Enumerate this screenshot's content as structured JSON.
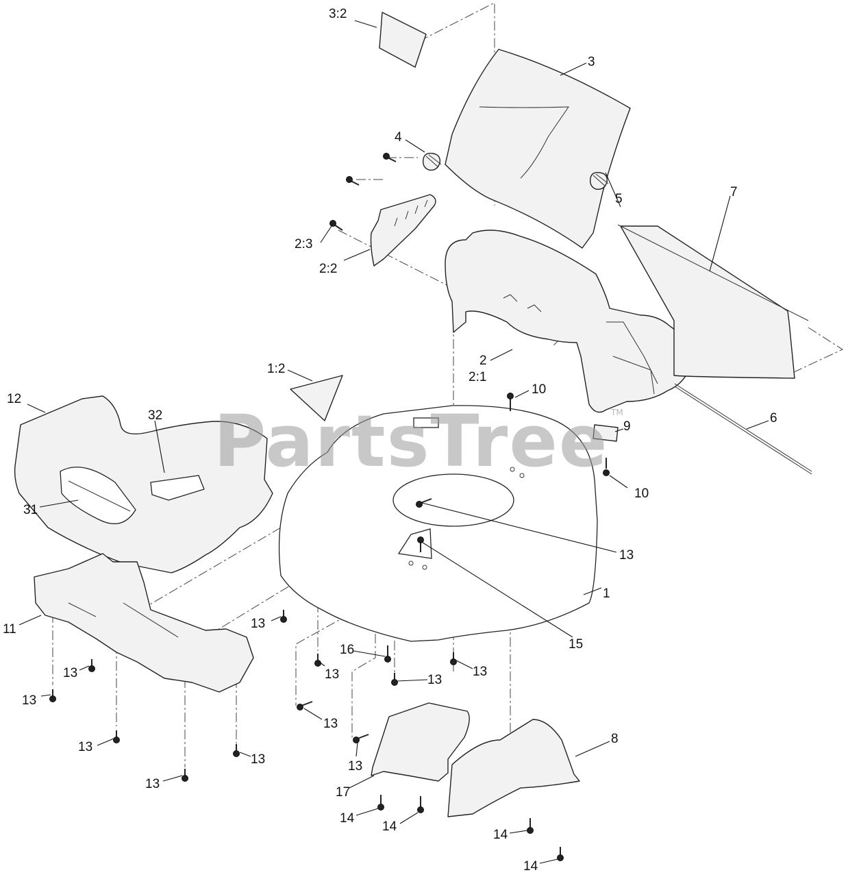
{
  "watermark": {
    "text": "PartsTree",
    "trademark": "TM"
  },
  "callouts": [
    {
      "id": "c-3-2",
      "label": "3:2"
    },
    {
      "id": "c-3",
      "label": "3"
    },
    {
      "id": "c-4",
      "label": "4"
    },
    {
      "id": "c-5",
      "label": "5"
    },
    {
      "id": "c-2-3",
      "label": "2:3"
    },
    {
      "id": "c-2-2",
      "label": "2:2"
    },
    {
      "id": "c-7",
      "label": "7"
    },
    {
      "id": "c-2",
      "label": "2"
    },
    {
      "id": "c-2-1",
      "label": "2:1"
    },
    {
      "id": "c-1-2",
      "label": "1:2"
    },
    {
      "id": "c-10a",
      "label": "10"
    },
    {
      "id": "c-12",
      "label": "12"
    },
    {
      "id": "c-32",
      "label": "32"
    },
    {
      "id": "c-6",
      "label": "6"
    },
    {
      "id": "c-9",
      "label": "9"
    },
    {
      "id": "c-10b",
      "label": "10"
    },
    {
      "id": "c-31",
      "label": "31"
    },
    {
      "id": "c-13a",
      "label": "13"
    },
    {
      "id": "c-1",
      "label": "1"
    },
    {
      "id": "c-11",
      "label": "11"
    },
    {
      "id": "c-13b",
      "label": "13"
    },
    {
      "id": "c-15",
      "label": "15"
    },
    {
      "id": "c-16",
      "label": "16"
    },
    {
      "id": "c-13c",
      "label": "13"
    },
    {
      "id": "c-13d",
      "label": "13"
    },
    {
      "id": "c-13e",
      "label": "13"
    },
    {
      "id": "c-13f",
      "label": "13"
    },
    {
      "id": "c-13g",
      "label": "13"
    },
    {
      "id": "c-13h",
      "label": "13"
    },
    {
      "id": "c-13i",
      "label": "13"
    },
    {
      "id": "c-13j",
      "label": "13"
    },
    {
      "id": "c-13k",
      "label": "13"
    },
    {
      "id": "c-13l",
      "label": "13"
    },
    {
      "id": "c-8",
      "label": "8"
    },
    {
      "id": "c-17",
      "label": "17"
    },
    {
      "id": "c-14a",
      "label": "14"
    },
    {
      "id": "c-14b",
      "label": "14"
    },
    {
      "id": "c-14c",
      "label": "14"
    },
    {
      "id": "c-14d",
      "label": "14"
    }
  ]
}
